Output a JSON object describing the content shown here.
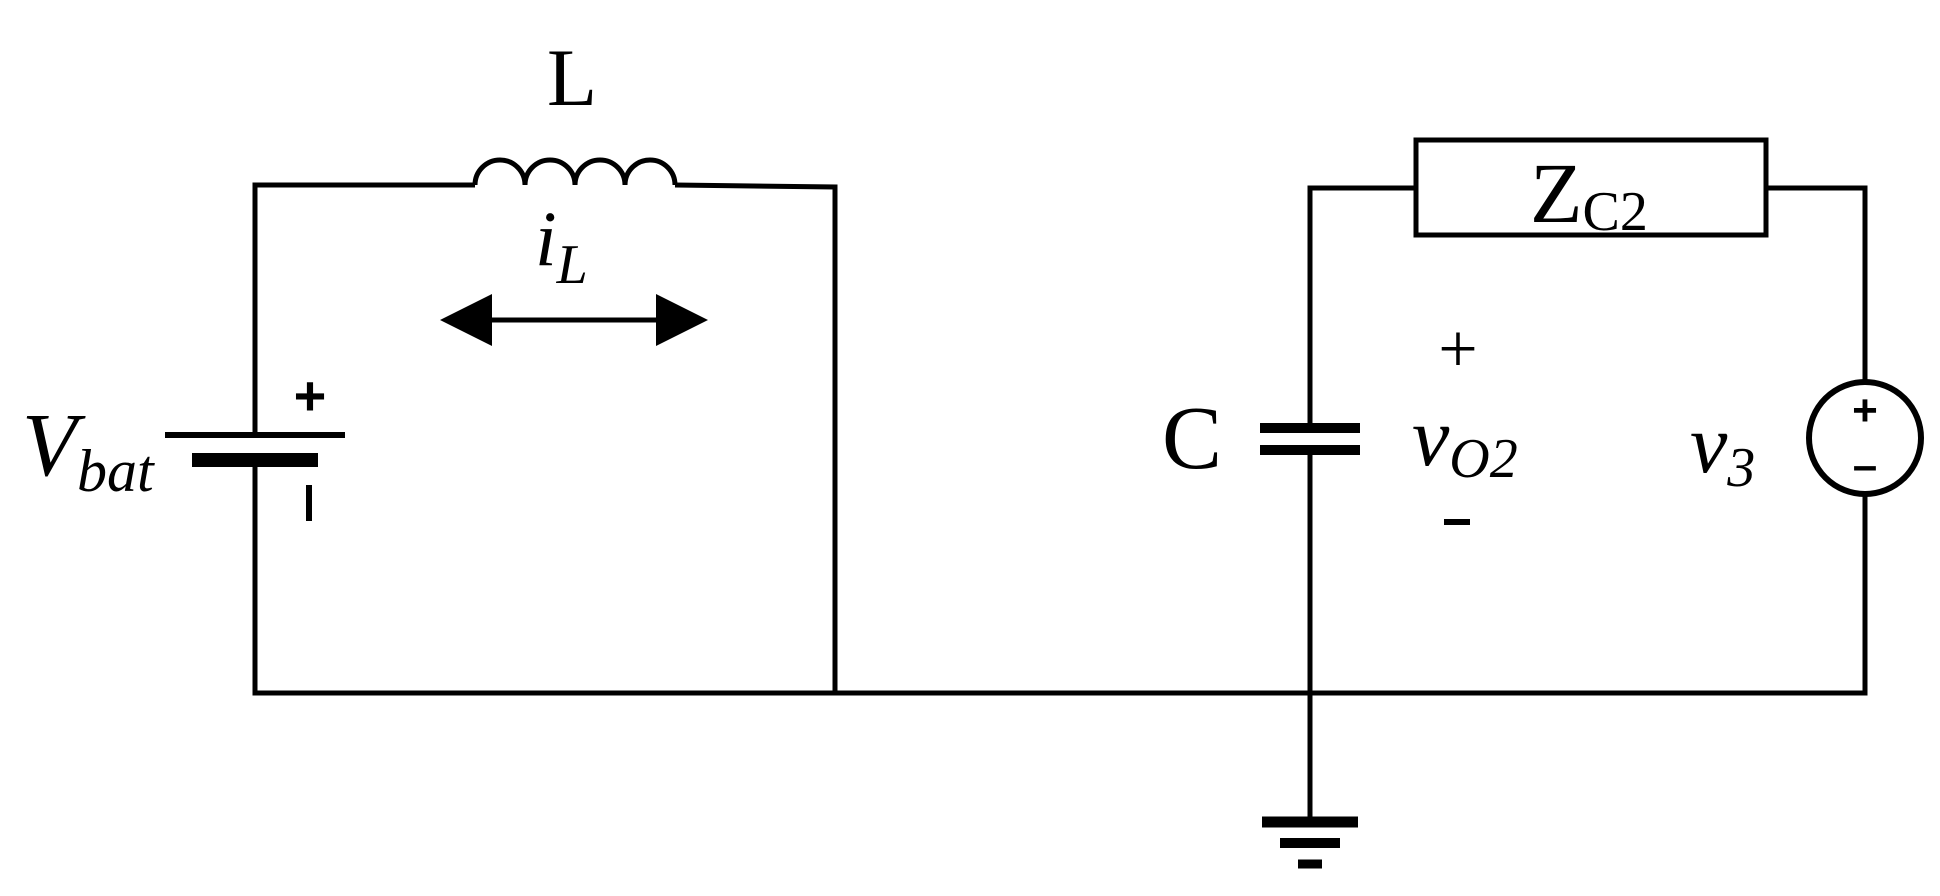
{
  "diagram": {
    "inductor": {
      "label": "L"
    },
    "current": {
      "symbol": "i",
      "subscript": "L"
    },
    "battery": {
      "symbol": "V",
      "subscript": "bat",
      "plus": "+",
      "minus": "-"
    },
    "capacitor": {
      "label": "C"
    },
    "output_voltage": {
      "symbol": "v",
      "subscript": "O2",
      "plus": "+",
      "minus": "-"
    },
    "impedance": {
      "symbol": "Z",
      "subscript": "C2"
    },
    "source": {
      "symbol": "v",
      "subscript": "3",
      "plus": "+",
      "minus": "–"
    }
  }
}
